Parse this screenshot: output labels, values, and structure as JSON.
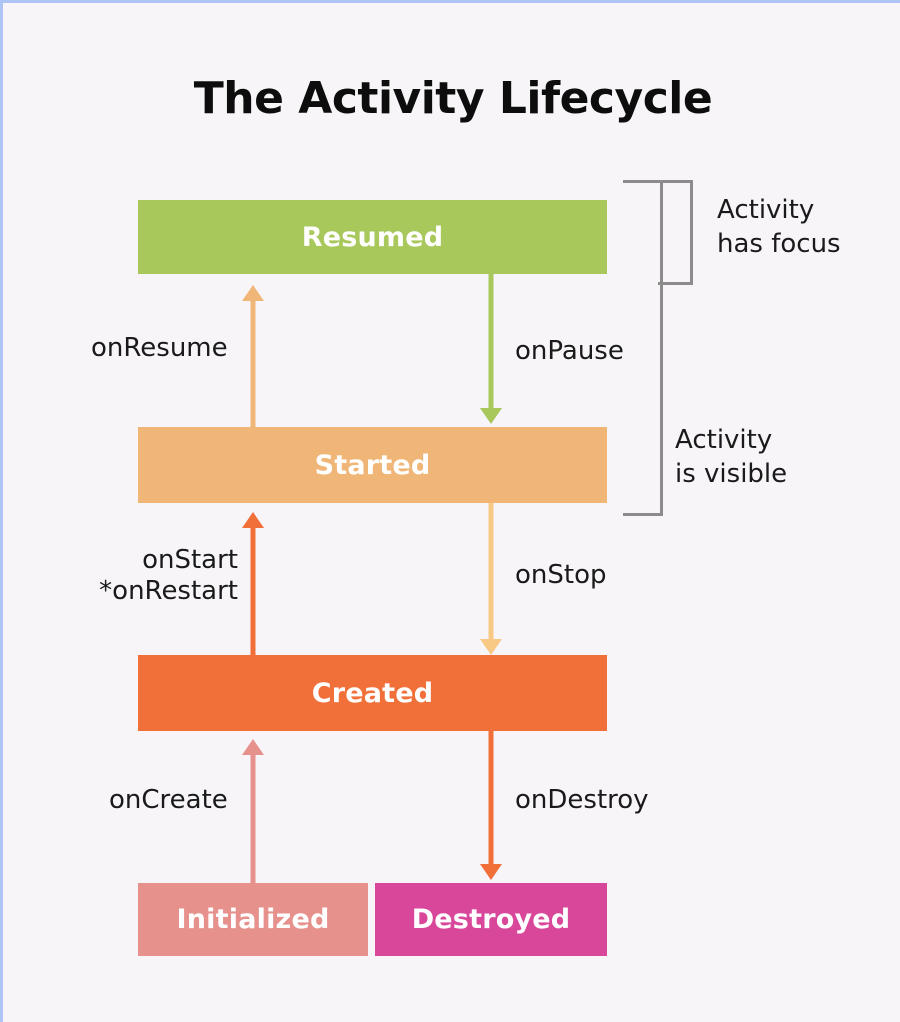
{
  "page": {
    "background_color": "#f7f5f8",
    "border_color": "#aec4f5",
    "title": "The Activity Lifecycle"
  },
  "states": [
    {
      "id": "resumed",
      "label": "Resumed",
      "color": "#a9c85c",
      "text_color": "#ffffff"
    },
    {
      "id": "started",
      "label": "Started",
      "color": "#f0b678",
      "text_color": "#ffffff"
    },
    {
      "id": "created",
      "label": "Created",
      "color": "#f1703a",
      "text_color": "#ffffff"
    },
    {
      "id": "initialized",
      "label": "Initialized",
      "color": "#e6918c",
      "text_color": "#ffffff"
    },
    {
      "id": "destroyed",
      "label": "Destroyed",
      "color": "#d9479a",
      "text_color": "#ffffff"
    }
  ],
  "transitions": [
    {
      "id": "onresume",
      "label": "onResume",
      "from": "Started",
      "to": "Resumed",
      "direction": "up",
      "color": "#f0b678"
    },
    {
      "id": "onpause",
      "label": "onPause",
      "from": "Resumed",
      "to": "Started",
      "direction": "down",
      "color": "#a9c85c"
    },
    {
      "id": "onstart",
      "label": "onStart\n*onRestart",
      "from": "Created",
      "to": "Started",
      "direction": "up",
      "color": "#f1703a"
    },
    {
      "id": "onstop",
      "label": "onStop",
      "from": "Started",
      "to": "Created",
      "direction": "down",
      "color": "#f8c984"
    },
    {
      "id": "oncreate",
      "label": "onCreate",
      "from": "Initialized",
      "to": "Created",
      "direction": "up",
      "color": "#e6918c"
    },
    {
      "id": "ondestroy",
      "label": "onDestroy",
      "from": "Created",
      "to": "Destroyed",
      "direction": "down",
      "color": "#f1703a"
    }
  ],
  "transition_labels": {
    "onresume": "onResume",
    "onpause": "onPause",
    "onstart_line1": "onStart",
    "onstart_line2": "*onRestart",
    "onstop": "onStop",
    "oncreate": "onCreate",
    "ondestroy": "onDestroy"
  },
  "brackets": [
    {
      "id": "focus",
      "label_line1": "Activity",
      "label_line2": "has focus",
      "covers": [
        "Resumed"
      ],
      "color": "#8c8c8c"
    },
    {
      "id": "visible",
      "label_line1": "Activity",
      "label_line2": "is visible",
      "covers": [
        "Resumed",
        "Started"
      ],
      "color": "#8c8c8c"
    }
  ],
  "bracket_labels": {
    "focus_line1": "Activity",
    "focus_line2": "has focus",
    "visible_line1": "Activity",
    "visible_line2": "is visible"
  }
}
